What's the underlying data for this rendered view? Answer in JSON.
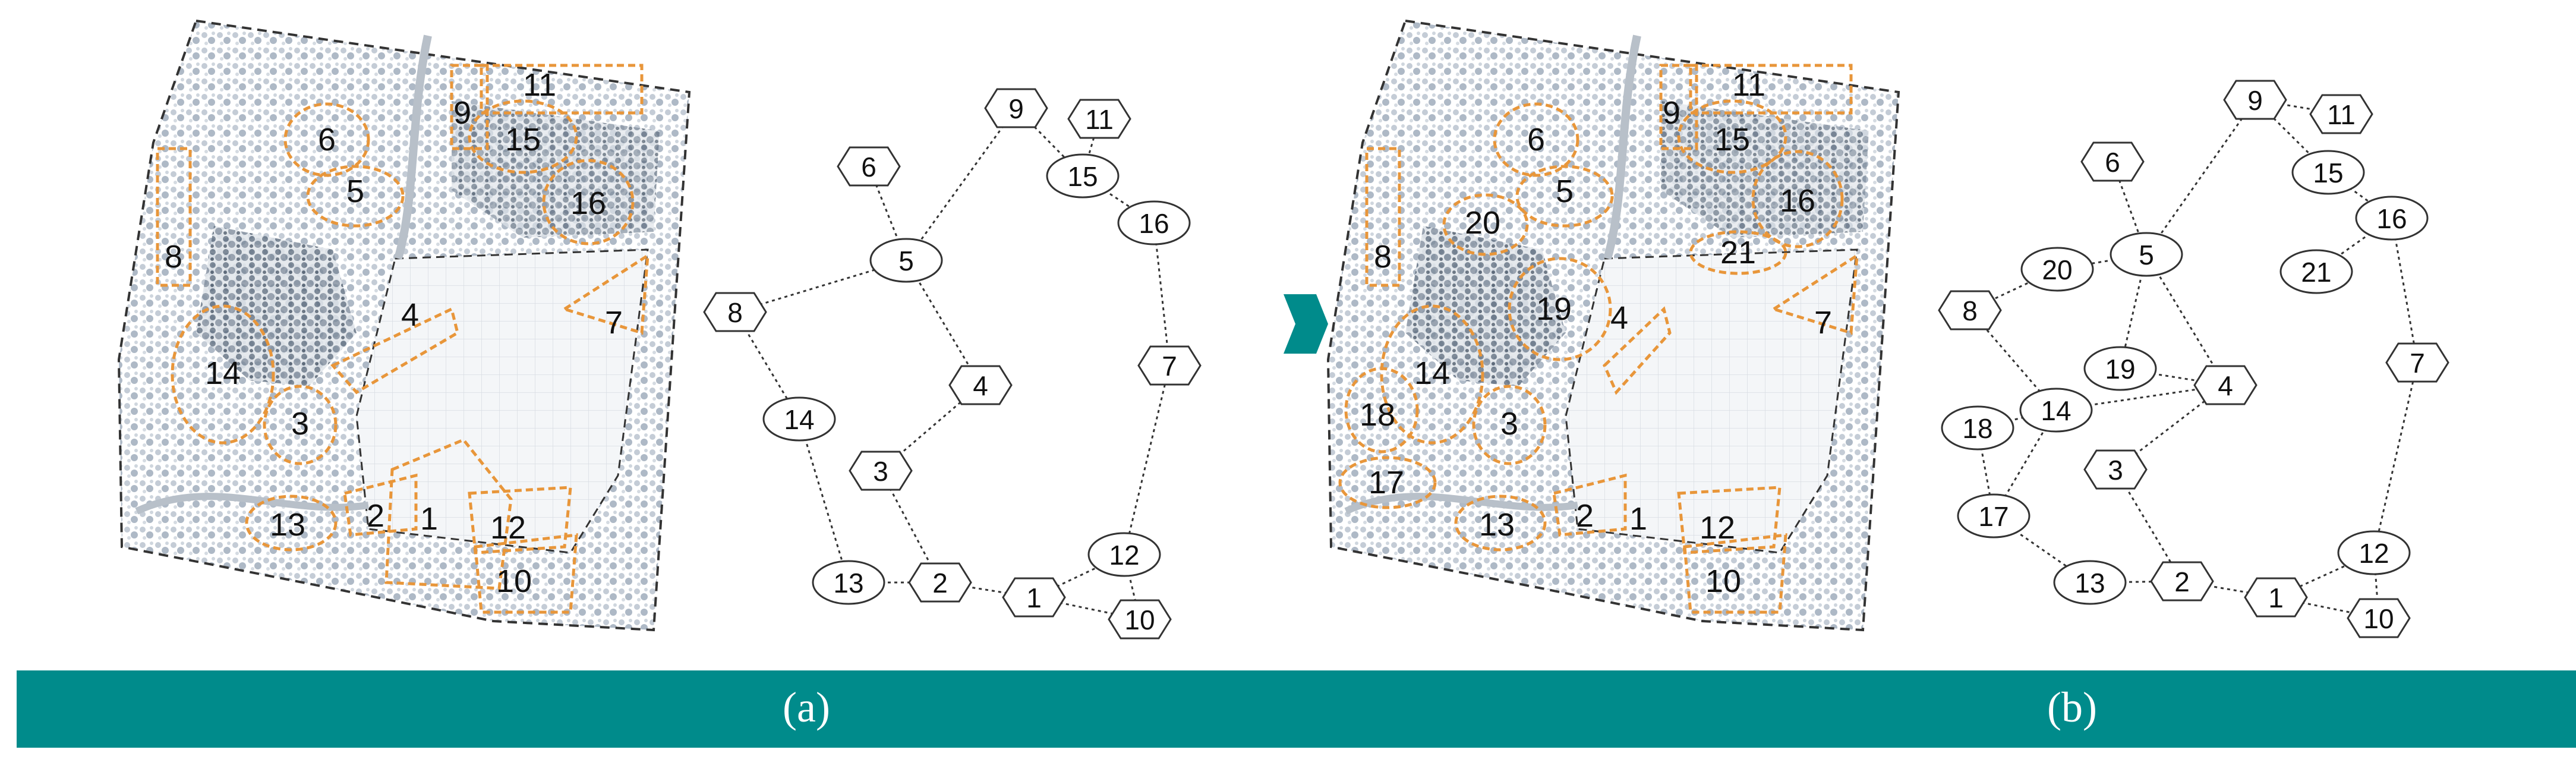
{
  "panels": [
    {
      "label": "(a)",
      "map_zones": [
        "1",
        "2",
        "3",
        "4",
        "5",
        "6",
        "7",
        "8",
        "9",
        "10",
        "11",
        "12",
        "13",
        "14",
        "15",
        "16"
      ],
      "graph": {
        "nodes": [
          {
            "id": "1",
            "shape": "hexagon"
          },
          {
            "id": "2",
            "shape": "hexagon"
          },
          {
            "id": "3",
            "shape": "hexagon"
          },
          {
            "id": "4",
            "shape": "hexagon"
          },
          {
            "id": "5",
            "shape": "ellipse"
          },
          {
            "id": "6",
            "shape": "hexagon"
          },
          {
            "id": "7",
            "shape": "hexagon"
          },
          {
            "id": "8",
            "shape": "hexagon"
          },
          {
            "id": "9",
            "shape": "hexagon"
          },
          {
            "id": "10",
            "shape": "hexagon"
          },
          {
            "id": "11",
            "shape": "hexagon"
          },
          {
            "id": "12",
            "shape": "ellipse"
          },
          {
            "id": "13",
            "shape": "ellipse"
          },
          {
            "id": "14",
            "shape": "ellipse"
          },
          {
            "id": "15",
            "shape": "ellipse"
          },
          {
            "id": "16",
            "shape": "ellipse"
          }
        ],
        "edges": [
          [
            "6",
            "5"
          ],
          [
            "5",
            "9"
          ],
          [
            "5",
            "8"
          ],
          [
            "5",
            "4"
          ],
          [
            "9",
            "15"
          ],
          [
            "11",
            "15"
          ],
          [
            "15",
            "16"
          ],
          [
            "16",
            "7"
          ],
          [
            "7",
            "12"
          ],
          [
            "12",
            "10"
          ],
          [
            "12",
            "1"
          ],
          [
            "1",
            "10"
          ],
          [
            "2",
            "1"
          ],
          [
            "13",
            "2"
          ],
          [
            "3",
            "2"
          ],
          [
            "4",
            "3"
          ],
          [
            "8",
            "14"
          ],
          [
            "14",
            "13"
          ]
        ]
      }
    },
    {
      "label": "(b)",
      "map_zones": [
        "1",
        "2",
        "3",
        "4",
        "5",
        "6",
        "7",
        "8",
        "9",
        "10",
        "11",
        "12",
        "13",
        "14",
        "15",
        "16",
        "17",
        "18",
        "19",
        "20",
        "21"
      ],
      "graph": {
        "nodes": [
          {
            "id": "1",
            "shape": "hexagon"
          },
          {
            "id": "2",
            "shape": "hexagon"
          },
          {
            "id": "3",
            "shape": "hexagon"
          },
          {
            "id": "4",
            "shape": "hexagon"
          },
          {
            "id": "5",
            "shape": "ellipse"
          },
          {
            "id": "6",
            "shape": "hexagon"
          },
          {
            "id": "7",
            "shape": "hexagon"
          },
          {
            "id": "8",
            "shape": "hexagon"
          },
          {
            "id": "9",
            "shape": "hexagon"
          },
          {
            "id": "10",
            "shape": "hexagon"
          },
          {
            "id": "11",
            "shape": "hexagon"
          },
          {
            "id": "12",
            "shape": "ellipse"
          },
          {
            "id": "13",
            "shape": "ellipse"
          },
          {
            "id": "14",
            "shape": "ellipse"
          },
          {
            "id": "15",
            "shape": "ellipse"
          },
          {
            "id": "16",
            "shape": "ellipse"
          },
          {
            "id": "17",
            "shape": "ellipse"
          },
          {
            "id": "18",
            "shape": "ellipse"
          },
          {
            "id": "19",
            "shape": "ellipse"
          },
          {
            "id": "20",
            "shape": "ellipse"
          },
          {
            "id": "21",
            "shape": "ellipse"
          }
        ],
        "edges": [
          [
            "6",
            "5"
          ],
          [
            "5",
            "9"
          ],
          [
            "5",
            "20"
          ],
          [
            "20",
            "8"
          ],
          [
            "5",
            "19"
          ],
          [
            "5",
            "4"
          ],
          [
            "19",
            "4"
          ],
          [
            "9",
            "11"
          ],
          [
            "9",
            "15"
          ],
          [
            "15",
            "16"
          ],
          [
            "16",
            "21"
          ],
          [
            "16",
            "7"
          ],
          [
            "7",
            "12"
          ],
          [
            "12",
            "10"
          ],
          [
            "12",
            "1"
          ],
          [
            "1",
            "10"
          ],
          [
            "2",
            "1"
          ],
          [
            "13",
            "2"
          ],
          [
            "3",
            "2"
          ],
          [
            "4",
            "3"
          ],
          [
            "8",
            "14"
          ],
          [
            "14",
            "4"
          ],
          [
            "14",
            "18"
          ],
          [
            "14",
            "17"
          ],
          [
            "18",
            "17"
          ],
          [
            "17",
            "13"
          ]
        ]
      }
    }
  ],
  "colors": {
    "band": "#008b8b",
    "arrow": "#008b8b",
    "zone_outline": "#e8963a",
    "boundary": "#333333",
    "node_stroke": "#333333",
    "edge": "#333333"
  }
}
